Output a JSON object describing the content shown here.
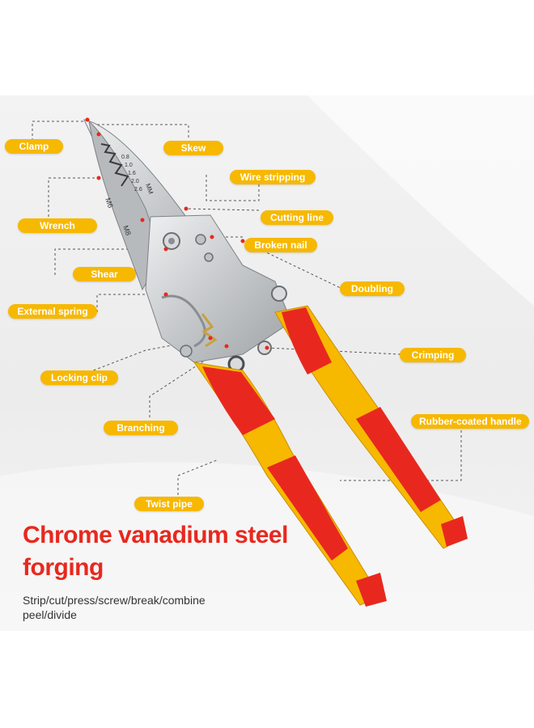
{
  "callouts": {
    "clamp": "Clamp",
    "skew": "Skew",
    "wire_stripping": "Wire stripping",
    "wrench": "Wrench",
    "cutting_line": "Cutting line",
    "broken_nail": "Broken nail",
    "shear": "Shear",
    "doubling": "Doubling",
    "external_spring": "External spring",
    "crimping": "Crimping",
    "locking_clip": "Locking clip",
    "rubber_coated_handle": "Rubber-coated handle",
    "branching": "Branching",
    "twist_pipe": "Twist pipe"
  },
  "tool_markings": {
    "size_a": "M6",
    "size_b": "M8",
    "unit": "MM",
    "gauge_1": "0.8",
    "gauge_2": "1.0",
    "gauge_3": "1.6",
    "gauge_4": "2.0",
    "gauge_5": "2.6"
  },
  "headline": {
    "line1": "Chrome vanadium steel",
    "line2": "forging"
  },
  "subline": {
    "line1": "Strip/cut/press/screw/break/combine",
    "line2": "peel/divide"
  },
  "colors": {
    "callout_fill": "#f7b800",
    "headline": "#e8281e",
    "handle_red": "#e8281e",
    "handle_yellow": "#f7b800",
    "steel": "#c9cbcd"
  }
}
